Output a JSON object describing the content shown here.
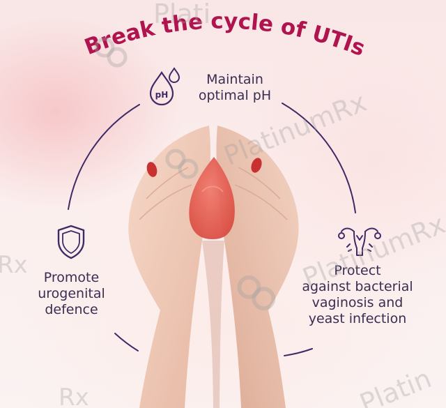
{
  "title": "Break the cycle of UTIs",
  "features": {
    "ph": {
      "icon": "ph-drop-icon",
      "lines": [
        "Maintain",
        "optimal pH"
      ]
    },
    "defence": {
      "icon": "shield-icon",
      "lines": [
        "Promote",
        "urogenital",
        "defence"
      ]
    },
    "protect": {
      "icon": "reproductive-system-icon",
      "lines": [
        "Protect",
        "against bacterial",
        "vaginosis and",
        "yeast infection"
      ]
    }
  },
  "ph_icon_label": "pH",
  "watermark": {
    "brand": "PlatinumRx",
    "fragments": [
      "Plati",
      "Rx",
      "Platin",
      "PlatinumRx"
    ]
  },
  "colors": {
    "title": "#b0144f",
    "text": "#3b2d52",
    "arc": "#3f2a66",
    "gummy": "#e2574c"
  }
}
